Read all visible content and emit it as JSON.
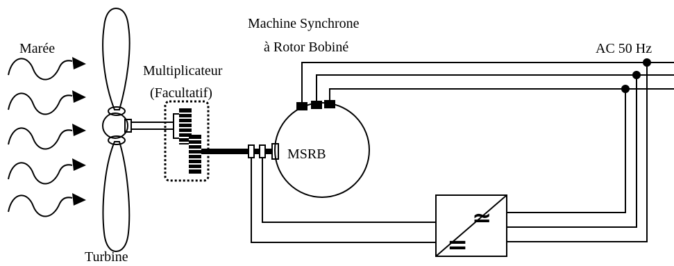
{
  "labels": {
    "maree": "Marée",
    "turbine": "Turbine",
    "multiplicateur_line1": "Multiplicateur",
    "multiplicateur_line2": "(Facultatif)",
    "machine_line1": "Machine Synchrone",
    "machine_line2": "à Rotor Bobiné",
    "machine_abbrev": "MSRB",
    "grid": "AC 50 Hz"
  },
  "converter": {
    "ac_symbol": "≃",
    "dc_symbol": "="
  },
  "colors": {
    "line": "#000000",
    "background": "#ffffff"
  }
}
